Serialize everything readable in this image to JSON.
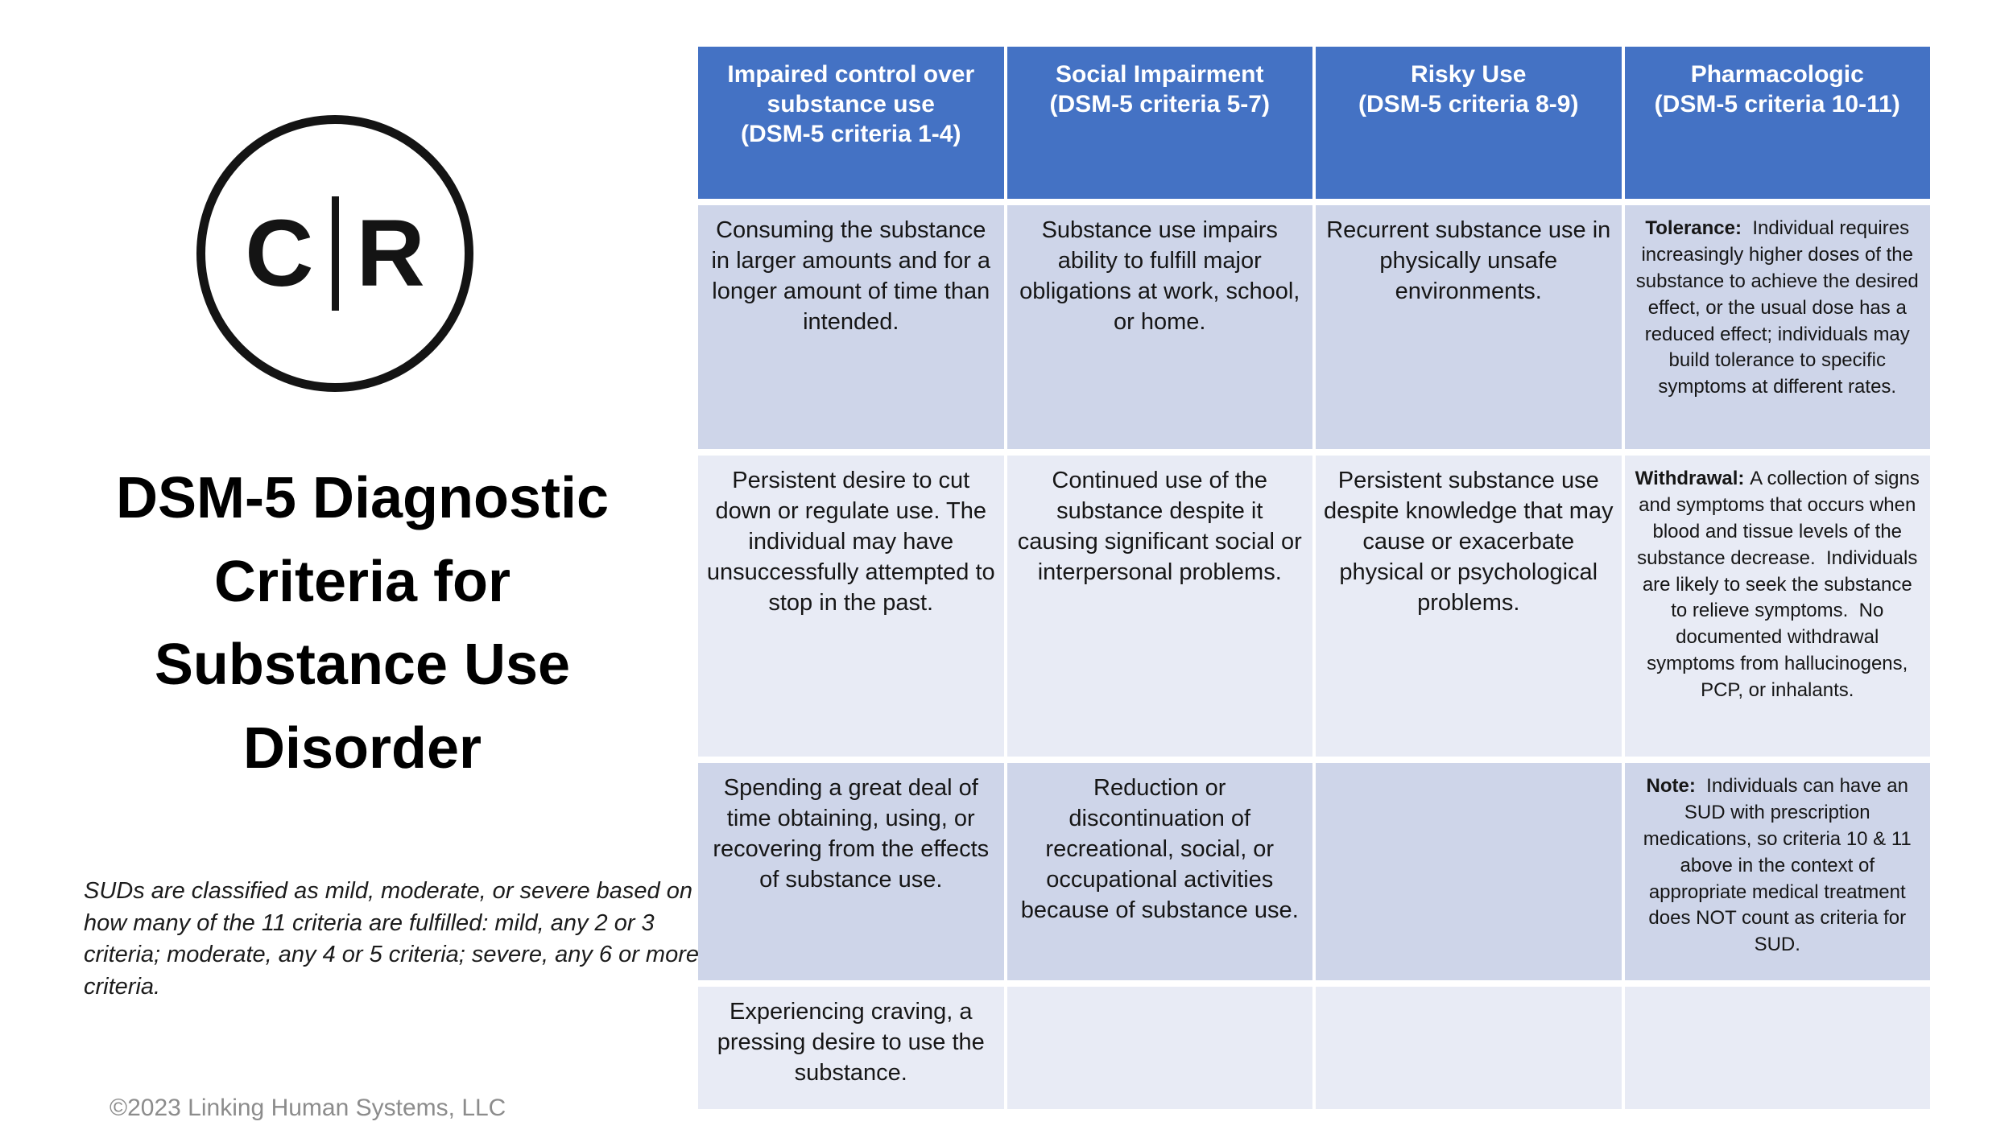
{
  "logo": {
    "left_letter": "C",
    "right_letter": "R"
  },
  "left_panel": {
    "title": "DSM-5 Diagnostic\nCriteria for\nSubstance Use\nDisorder",
    "classification_note": "SUDs are classified as mild, moderate, or severe based on how many of the 11 criteria are fulfilled: mild, any 2 or 3 criteria; moderate, any 4 or 5 criteria; severe, any 6 or more criteria.",
    "copyright": "©2023 Linking Human Systems, LLC"
  },
  "table": {
    "colors": {
      "header_bg": "#4472c4",
      "header_text": "#ffffff",
      "band_dark": "#ced5e9",
      "band_light": "#e8ebf5",
      "gridline": "#ffffff",
      "body_text": "#161616"
    },
    "headers": [
      "Impaired control over substance use\n(DSM-5 criteria 1-4)",
      "Social Impairment\n(DSM-5 criteria 5-7)",
      "Risky Use\n(DSM-5 criteria 8-9)",
      "Pharmacologic\n(DSM-5 criteria 10-11)"
    ],
    "rows": [
      {
        "cells": [
          {
            "text": "Consuming the substance in larger amounts and for a longer amount of time than intended."
          },
          {
            "text": "Substance use impairs ability to fulfill major obligations at work, school, or home."
          },
          {
            "text": "Recurrent substance use in physically unsafe environments."
          },
          {
            "lead": "Tolerance:",
            "text": "  Individual requires increasingly higher doses of the substance to achieve the desired effect, or the usual dose has a reduced effect; individuals may build tolerance to specific symptoms at different rates."
          }
        ]
      },
      {
        "cells": [
          {
            "text": "Persistent desire to cut down or regulate use. The individual may have unsuccessfully attempted to stop in the past."
          },
          {
            "text": "Continued use of the substance despite it causing significant social or interpersonal problems."
          },
          {
            "text": "Persistent substance use despite knowledge that may cause or exacerbate physical or psychological problems."
          },
          {
            "lead": "Withdrawal:",
            "text": " A collection of signs and symptoms that occurs when blood and tissue levels of the substance decrease.  Individuals are likely to seek the substance to relieve symptoms.  No documented withdrawal symptoms from hallucinogens, PCP, or inhalants."
          }
        ]
      },
      {
        "cells": [
          {
            "text": "Spending a great deal of time obtaining, using, or recovering from the effects of substance use."
          },
          {
            "text": "Reduction or discontinuation of recreational, social, or occupational activities because of substance use."
          },
          {
            "text": ""
          },
          {
            "lead": "Note:",
            "text": "  Individuals can have an SUD with prescription medications, so criteria 10 & 11 above in the context of appropriate medical treatment does NOT count as criteria for SUD."
          }
        ]
      },
      {
        "cells": [
          {
            "text": "Experiencing craving, a pressing desire to use the substance."
          },
          {
            "text": ""
          },
          {
            "text": ""
          },
          {
            "text": ""
          }
        ]
      }
    ]
  }
}
